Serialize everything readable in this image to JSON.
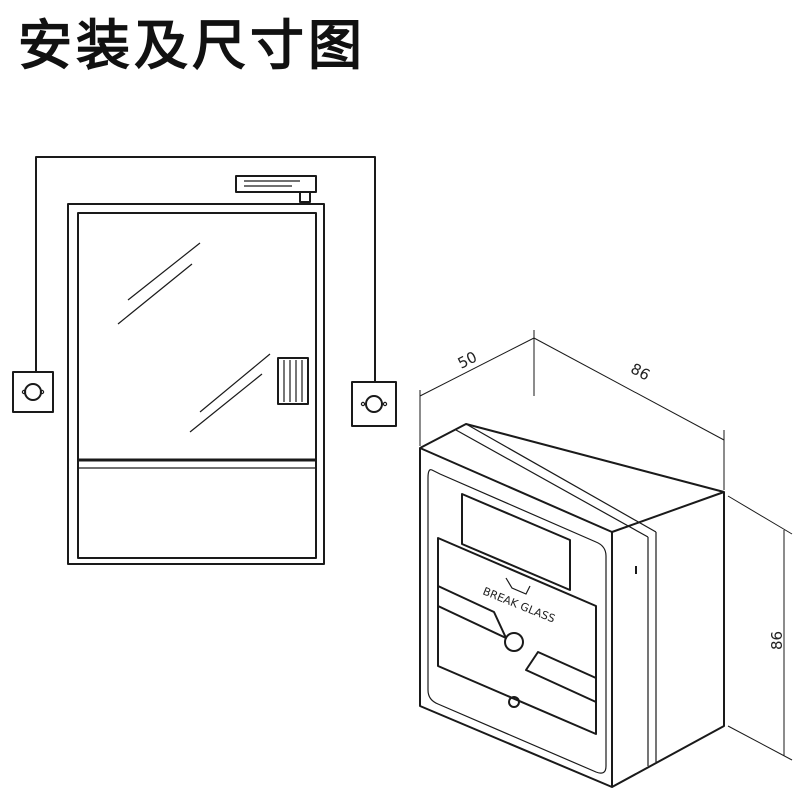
{
  "title": "安装及尺寸图",
  "dimensions": {
    "depth": "50",
    "width": "86",
    "height": "86"
  },
  "panel_label": "BREAK GLASS"
}
